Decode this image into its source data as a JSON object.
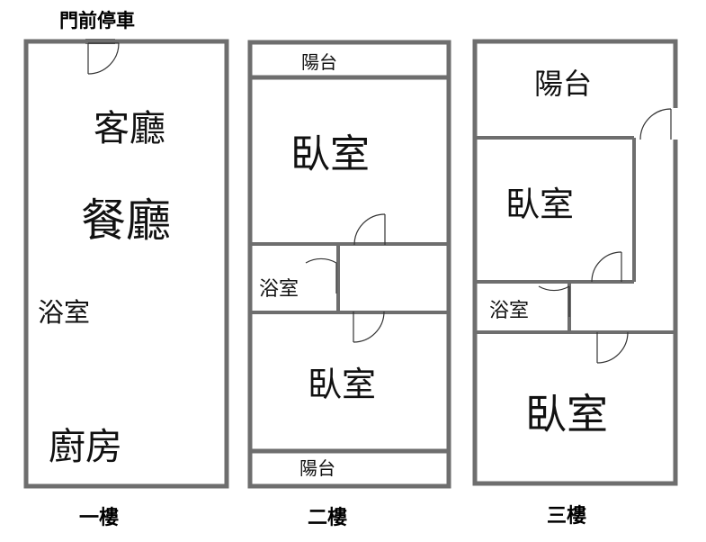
{
  "header": {
    "parking_label": "門前停車"
  },
  "floors": [
    {
      "name": "一樓",
      "rooms": {
        "living": "客廳",
        "dining": "餐廳",
        "bath": "浴室",
        "kitchen": "廚房"
      }
    },
    {
      "name": "二樓",
      "rooms": {
        "balcony_top": "陽台",
        "bedroom_top": "臥室",
        "bath": "浴室",
        "bedroom_bottom": "臥室",
        "balcony_bottom": "陽台"
      }
    },
    {
      "name": "三樓",
      "rooms": {
        "balcony": "陽台",
        "bedroom_top": "臥室",
        "bath": "浴室",
        "bedroom_bottom": "臥室"
      }
    }
  ],
  "colors": {
    "wall": "#6e6e6e",
    "text": "#111111",
    "background": "#ffffff"
  }
}
